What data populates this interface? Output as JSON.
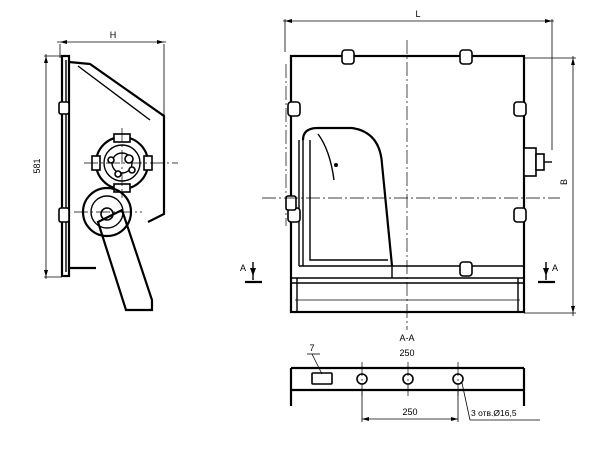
{
  "title": "",
  "dimensions": {
    "side_width": "H",
    "side_height": "581",
    "front_width": "L",
    "front_height": "B",
    "bottom_spacing_top": "250",
    "bottom_spacing_bottom": "250"
  },
  "section": {
    "cut_label": "A",
    "view_title": "A-A"
  },
  "callouts": {
    "item_number": "7",
    "holes_note": "3 отв.Ø16,5"
  }
}
